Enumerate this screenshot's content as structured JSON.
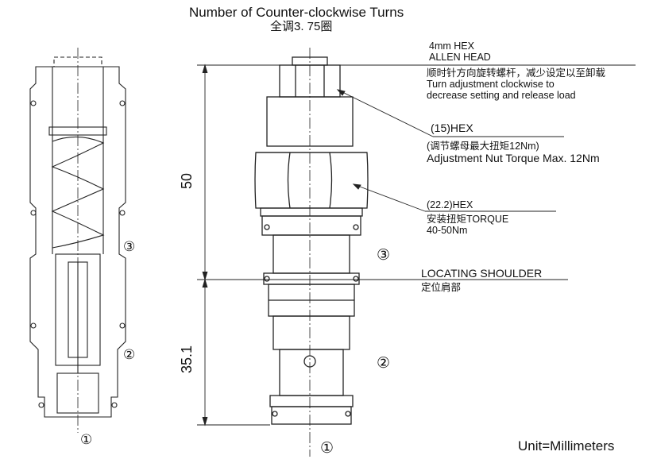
{
  "title": "Number of Counter-clockwise Turns",
  "subtitle": "全调3. 75圈",
  "callouts": {
    "allen_head": [
      "4mm HEX",
      "ALLEN HEAD"
    ],
    "adjust_direction": [
      "顺时针方向旋转螺杆，减少设定以至卸载",
      "Turn adjustment clockwise to",
      "decrease setting and release load"
    ],
    "hex15": [
      "(15)HEX",
      "(调节螺母最大扭矩12Nm)",
      "Adjustment Nut Torque Max. 12Nm"
    ],
    "hex22": [
      "(22.2)HEX",
      "安装扭矩TORQUE",
      "40-50Nm"
    ],
    "shoulder": [
      "LOCATING SHOULDER",
      "定位肩部"
    ]
  },
  "dimensions": {
    "upper": "50",
    "lower": "35.1"
  },
  "ports": {
    "p1": "①",
    "p2": "②",
    "p3": "③"
  },
  "unit": "Unit=Millimeters"
}
